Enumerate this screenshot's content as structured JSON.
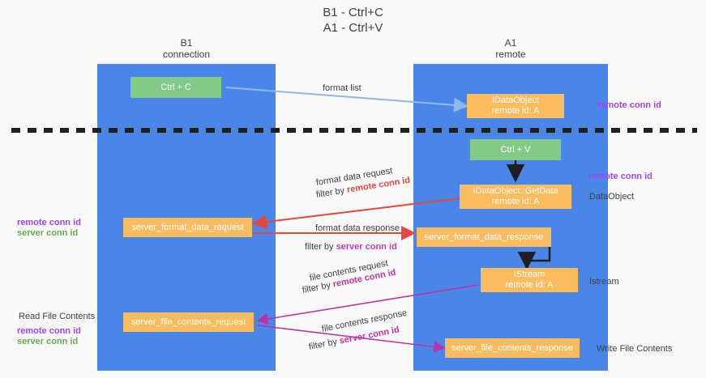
{
  "title": {
    "line1": "B1 - Ctrl+C",
    "line2": "A1 - Ctrl+V"
  },
  "columns": [
    {
      "name": "B1",
      "role": "connection"
    },
    {
      "name": "A1",
      "role": "remote"
    }
  ],
  "boxes": {
    "ctrl_c": "Ctrl + C",
    "ctrl_v": "Ctrl + V",
    "idataobject_title": "IDataObject",
    "idataobject_sub": "remote id: A",
    "getdata_title": "IDataObject::GetData",
    "getdata_sub": "remote id: A",
    "istream_title": "IStream",
    "istream_sub": "remote id: A",
    "server_format_data_request": "server_format_data_request",
    "server_format_data_response": "server_format_data_response",
    "server_file_contents_request": "server_file_contents_request",
    "server_file_contents_response": "server_file_contents_response"
  },
  "edge_labels": {
    "format_list": "format list",
    "format_data_request": "format data request",
    "format_data_request_filter_prefix": "filter by",
    "format_data_request_filter_key": "remote conn id",
    "format_data_response": "format data response",
    "format_data_response_filter_prefix": "filter by",
    "format_data_response_filter_key": "server conn id",
    "file_contents_request": "file contents request",
    "file_contents_request_filter_prefix": "filter by",
    "file_contents_request_filter_key": "remote conn id",
    "file_contents_response": "file contents response",
    "file_contents_response_filter_prefix": "filter by",
    "file_contents_response_filter_key": "server conn id"
  },
  "side_labels": {
    "right_remote_conn_id_top": "remote conn id",
    "right_remote_conn_id_mid": "remote conn id",
    "right_dataobject": "DataObject",
    "right_istream": "Istream",
    "right_write_file_contents": "Write File Contents",
    "left_remote_conn_id_mid": "remote conn id",
    "left_server_conn_id_mid": "server conn id",
    "left_read_file_contents": "Read File Contents",
    "left_remote_conn_id_bottom": "remote conn id",
    "left_server_conn_id_bottom": "server conn id"
  },
  "colors": {
    "lane": "#4a86e8",
    "green_box": "#83c987",
    "orange_box": "#fbbc60",
    "purple": "#a142f4",
    "green_text": "#6aa84f",
    "red_arrow": "#e8453c",
    "magenta_arrow": "#bc33a8",
    "blue_arrow": "#8fb9e8",
    "divider": "#1f1f1f",
    "background": "#fafafa"
  }
}
